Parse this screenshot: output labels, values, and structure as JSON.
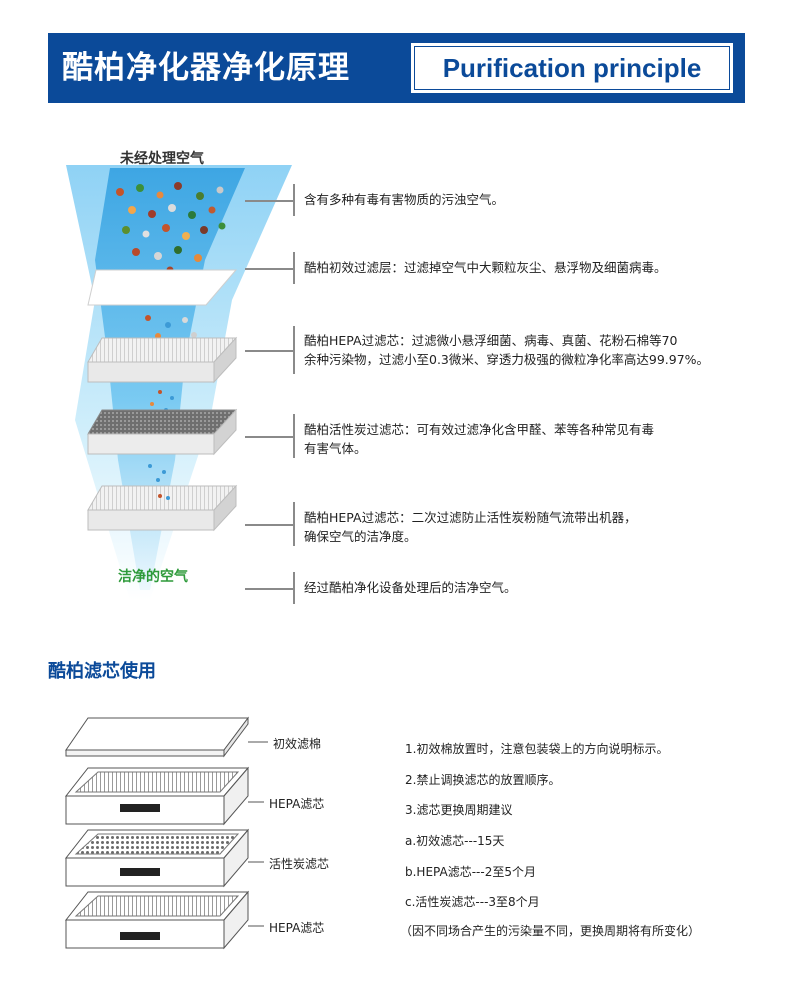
{
  "header": {
    "title_zh": "酷柏净化器净化原理",
    "title_en": "Purification principle"
  },
  "diagram": {
    "input_label": "未经处理空气",
    "output_label": "洁净的空气"
  },
  "stages": [
    {
      "lines": [
        "含有多种有毒有害物质的污浊空气。"
      ]
    },
    {
      "lines": [
        "酷柏初效过滤层：过滤掉空气中大颗粒灰尘、悬浮物及细菌病毒。"
      ]
    },
    {
      "lines": [
        "酷柏HEPA过滤芯：过滤微小悬浮细菌、病毒、真菌、花粉石棉等70",
        "余种污染物，过滤小至0.3微米、穿透力极强的微粒净化率高达99.97%。"
      ]
    },
    {
      "lines": [
        "酷柏活性炭过滤芯：可有效过滤净化含甲醛、苯等各种常见有毒",
        "有害气体。"
      ]
    },
    {
      "lines": [
        "酷柏HEPA过滤芯：二次过滤防止活性炭粉随气流带出机器，",
        "确保空气的洁净度。"
      ]
    },
    {
      "lines": [
        "经过酷柏净化设备处理后的洁净空气。"
      ]
    }
  ],
  "usage_section": {
    "title": "酷柏滤芯使用",
    "filters": [
      "初效滤棉",
      "HEPA滤芯",
      "活性炭滤芯",
      "HEPA滤芯"
    ],
    "notes": [
      "1.初效棉放置时，注意包装袋上的方向说明标示。",
      "2.禁止调换滤芯的放置顺序。",
      "3.滤芯更换周期建议",
      "a.初效滤芯---15天",
      "b.HEPA滤芯---2至5个月",
      "c.活性炭滤芯---3至8个月",
      "（因不同场合产生的污染量不同，更换周期将有所变化）"
    ]
  },
  "colors": {
    "brand_blue": "#0b4a99",
    "clean_green": "#2e9a3a",
    "air_blue": "#5bb8ea"
  }
}
